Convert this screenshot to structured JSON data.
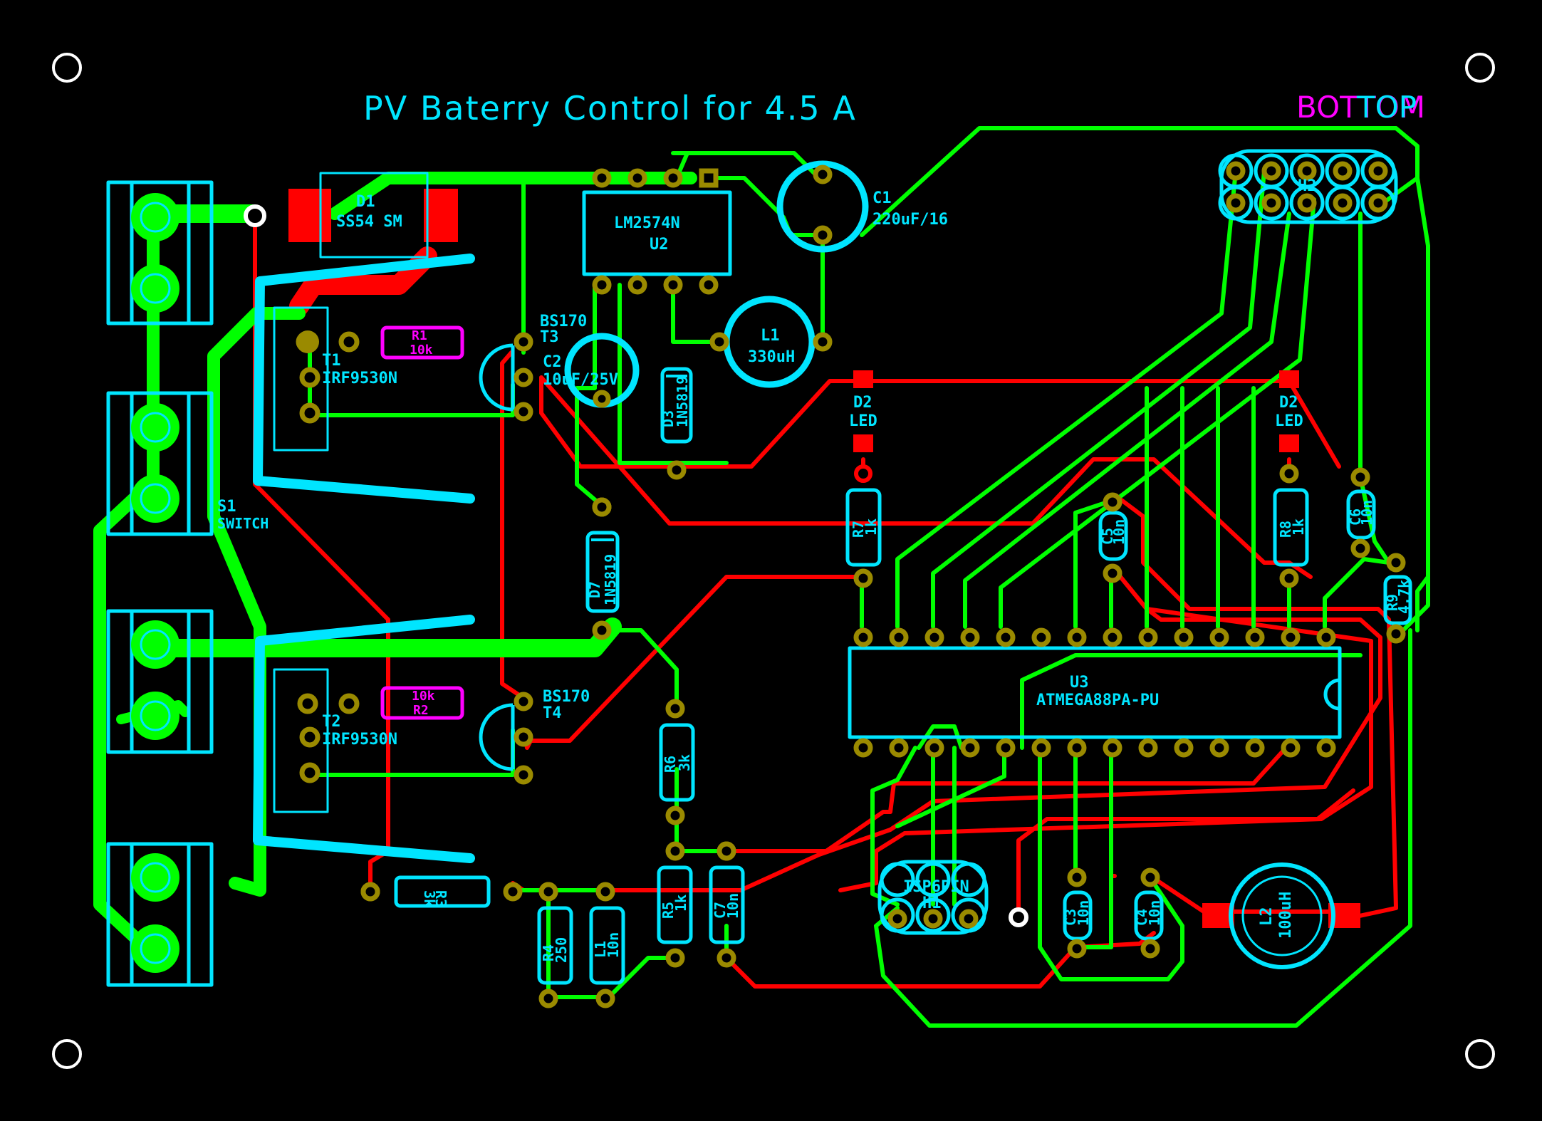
{
  "title": "PV Baterry Control for 4.5 A",
  "layer_labels": {
    "bottom": "BOTTOM",
    "top": "TOP"
  },
  "colors": {
    "background": "#000000",
    "top_copper": "#00ff00",
    "bottom_copper": "#ff0000",
    "silkscreen": "#00e5ff",
    "silkscreen_bottom": "#ff00ff",
    "pads": "#9a8a00"
  },
  "components": {
    "d1": {
      "ref": "D1",
      "value": "SS54 SM"
    },
    "c1": {
      "ref": "C1",
      "value": "220uF/16"
    },
    "u2": {
      "ref": "U2",
      "value": "LM2574N"
    },
    "h2": {
      "ref": "H2"
    },
    "t1": {
      "ref": "T1",
      "value": "IRF9530N"
    },
    "r1": {
      "ref": "R1",
      "value": "10k"
    },
    "t3": {
      "ref": "T3",
      "value": "BS170"
    },
    "c2": {
      "ref": "C2",
      "value": "10uF/25V"
    },
    "d3": {
      "ref": "D3",
      "value": "1N5819"
    },
    "l1": {
      "ref": "L1",
      "value": "330uH"
    },
    "d2a": {
      "ref": "D2",
      "value": "LED"
    },
    "d2b": {
      "ref": "D2",
      "value": "LED"
    },
    "s1": {
      "ref": "S1",
      "value": "SWITCH"
    },
    "r7": {
      "ref": "R7",
      "value": "1k"
    },
    "c5": {
      "ref": "C5",
      "value": "10n"
    },
    "r8": {
      "ref": "R8",
      "value": "1k"
    },
    "c6": {
      "ref": "C6",
      "value": "10n"
    },
    "d7": {
      "ref": "D7",
      "value": "1N5819"
    },
    "r9": {
      "ref": "R9",
      "value": "4.7k"
    },
    "t2": {
      "ref": "T2",
      "value": "IRF9530N"
    },
    "r2": {
      "ref": "R2",
      "value": "10k"
    },
    "t4": {
      "ref": "T4",
      "value": "BS170"
    },
    "u3": {
      "ref": "U3",
      "value": "ATMEGA88PA-PU"
    },
    "r6": {
      "ref": "R6",
      "value": "3k"
    },
    "r3": {
      "ref": "R3",
      "value": "3k"
    },
    "r5": {
      "ref": "R5",
      "value": "1k"
    },
    "c7": {
      "ref": "C7",
      "value": "10n"
    },
    "r4": {
      "ref": "R4",
      "value": "250"
    },
    "l1b": {
      "ref": "L1",
      "value": "10n"
    },
    "h1": {
      "ref": "H1",
      "value": "ISP6PIN"
    },
    "c3": {
      "ref": "C3",
      "value": "10n"
    },
    "c4": {
      "ref": "C4",
      "value": "10n"
    },
    "l2": {
      "ref": "L2",
      "value": "100uH"
    }
  }
}
